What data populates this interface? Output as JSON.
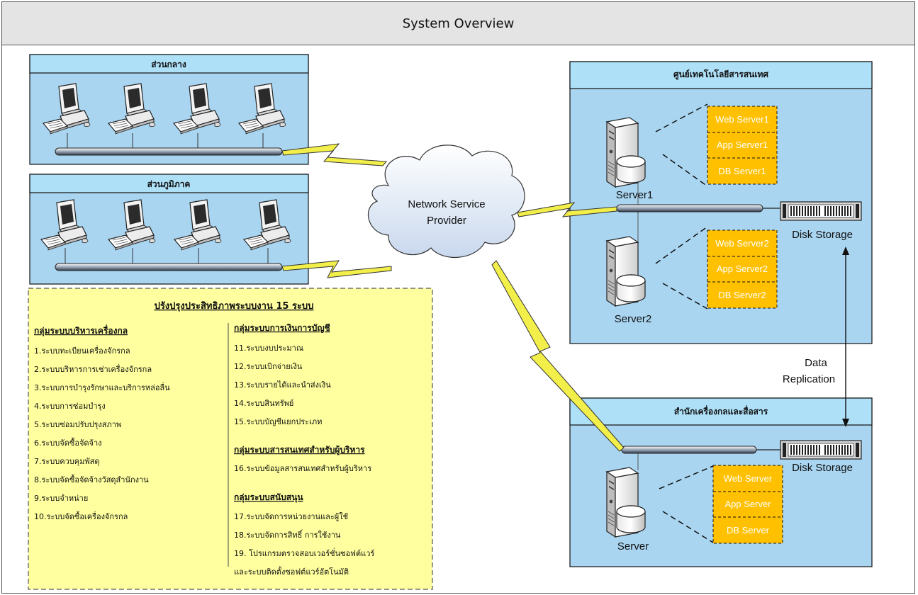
{
  "title": "System Overview",
  "network": {
    "cloud_label": [
      "Network Service",
      "Provider"
    ]
  },
  "sites": {
    "central": {
      "title": "ส่วนกลาง"
    },
    "regional": {
      "title": "ส่วนภูมิภาค"
    },
    "it_center": {
      "title": "ศูนย์เทคโนโลยีสารสนเทศ",
      "server1": {
        "name": "Server1",
        "roles": [
          "Web Server1",
          "App Server1",
          "DB Server1"
        ]
      },
      "server2": {
        "name": "Server2",
        "roles": [
          "Web Server2",
          "App Server2",
          "DB Server2"
        ]
      },
      "storage": "Disk Storage"
    },
    "mech_office": {
      "title": "สำนักเครื่องกลและสื่อสาร",
      "server": {
        "name": "Server",
        "roles": [
          "Web Server",
          "App Server",
          "DB Server"
        ]
      },
      "storage": "Disk Storage"
    }
  },
  "replication_label": [
    "Data",
    "Replication"
  ],
  "systems_panel": {
    "title": "ปรังปรุงประสิทธิภาพระบบงาน 15 ระบบ",
    "left": {
      "heading": "กลุ่มระบบบริหารเครื่องกล",
      "items": [
        "1.ระบบทะเบียนเครื่องจักรกล",
        "2.ระบบบริหารการเช่าเครื่องจักรกล",
        "3.ระบบการบำรุงรักษาและบริการหล่อลื่น",
        "4.ระบบการซ่อมบำรุง",
        "5.ระบบซ่อมปรับปรุงสภาพ",
        "6.ระบบจัดซื้อจัดจ้าง",
        "7.ระบบควบคุมพัสดุ",
        "8.ระบบจัดซื้อจัดจ้างวัสดุสำนักงาน",
        "9.ระบบจำหน่าย",
        "10.ระบบจัดซื้อเครื่องจักรกล"
      ]
    },
    "right": {
      "heading1": "กลุ่มระบบการเงินการบัญชี",
      "items1": [
        "11.ระบบงบประมาณ",
        "12.ระบบเบิกจ่ายเงิน",
        "13.ระบบรายได้และนำส่งเงิน",
        "14.ระบบสินทรัพย์",
        "15.ระบบบัญชีแยกประเภท"
      ],
      "heading2": "กลุ่มระบบสารสนเทศสำหรับผู้บริหาร",
      "items2": [
        "16.ระบบข้อมูลสารสนเทศสำหรับผู้บริหาร"
      ],
      "heading3": "กลุ่มระบบสนับสนุน",
      "items3": [
        "17.ระบบจัดการหน่วยงานและผู้ใช้",
        "18.ระบบจัดการสิทธิ์ การใช้งาน",
        "19. โปรแกรมตรวจสอบเวอร์ชั่นซอฟต์แวร์",
        "และระบบติดตั้งซอฟต์แวร์อัตโนมัติ"
      ]
    }
  },
  "colors": {
    "site_fill": "#a9d5f1",
    "site_header": "#aee0f8",
    "server_role_fill": "#ffc000",
    "panel_fill": "#ffff9f",
    "lightning": "#f2ef4a"
  }
}
